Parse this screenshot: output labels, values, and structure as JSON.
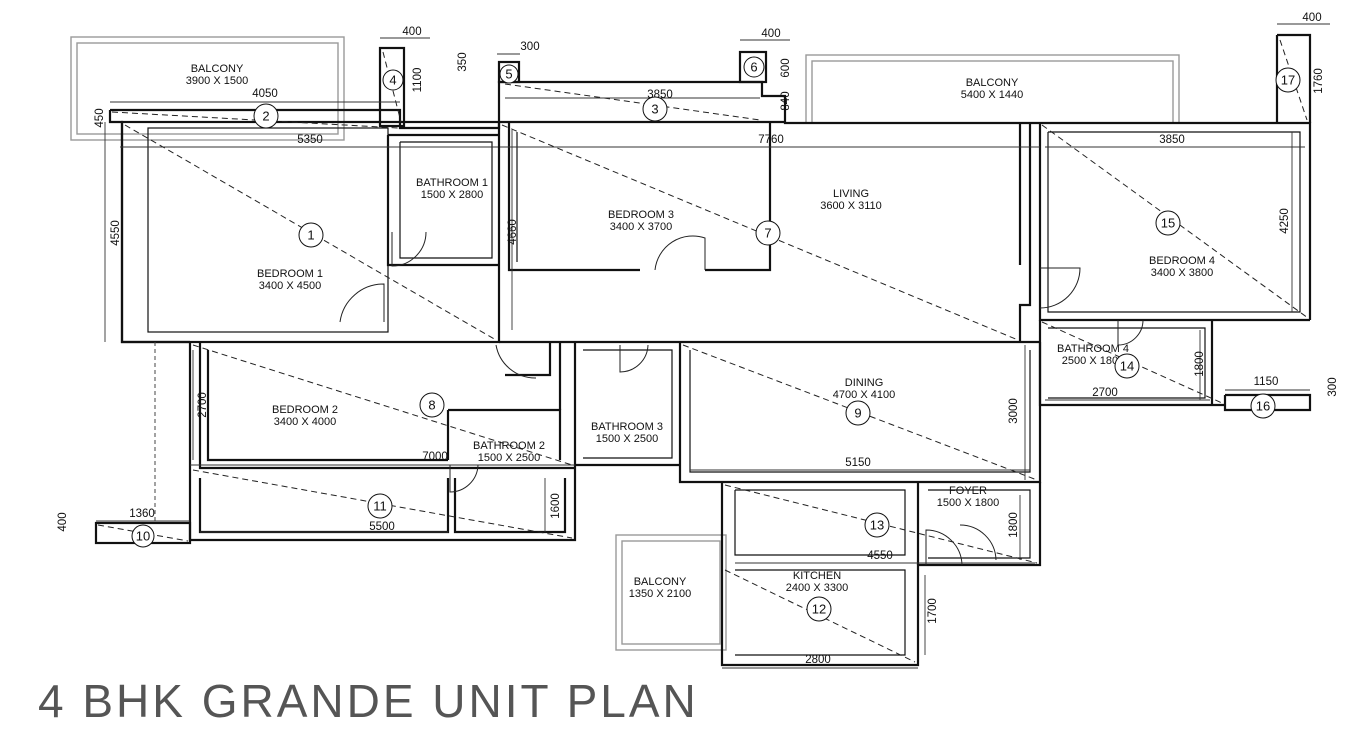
{
  "title": "4 BHK GRANDE UNIT PLAN",
  "rooms": {
    "balcony_1": {
      "name": "BALCONY",
      "size": "3900 X 1500"
    },
    "balcony_2": {
      "name": "BALCONY",
      "size": "5400 X 1440"
    },
    "balcony_3": {
      "name": "BALCONY",
      "size": "1350 X 2100"
    },
    "bedroom_1": {
      "name": "BEDROOM 1",
      "size": "3400 X 4500"
    },
    "bedroom_2": {
      "name": "BEDROOM 2",
      "size": "3400 X 4000"
    },
    "bedroom_3": {
      "name": "BEDROOM 3",
      "size": "3400 X 3700"
    },
    "bedroom_4": {
      "name": "BEDROOM 4",
      "size": "3400 X 3800"
    },
    "bathroom_1": {
      "name": "BATHROOM 1",
      "size": "1500 X 2800"
    },
    "bathroom_2": {
      "name": "BATHROOM 2",
      "size": "1500 X 2500"
    },
    "bathroom_3": {
      "name": "BATHROOM 3",
      "size": "1500 X 2500"
    },
    "bathroom_4": {
      "name": "BATHROOM 4",
      "size": "2500 X 1800"
    },
    "living": {
      "name": "LIVING",
      "size": "3600 X 3110"
    },
    "dining": {
      "name": "DINING",
      "size": "4700 X 4100"
    },
    "foyer": {
      "name": "FOYER",
      "size": "1500 X 1800"
    },
    "kitchen": {
      "name": "KITCHEN",
      "size": "2400 X 3300"
    }
  },
  "dimensions": {
    "d400_a": "400",
    "d300": "300",
    "d400_b": "400",
    "d400_c": "400",
    "d4050": "4050",
    "d350": "350",
    "d1100": "1100",
    "d600": "600",
    "d840": "840",
    "d1760": "1760",
    "d450": "450",
    "d3850_a": "3850",
    "d5350": "5350",
    "d7760": "7760",
    "d3850_b": "3850",
    "d4550_v": "4550",
    "d4660": "4660",
    "d4250": "4250",
    "d2700_v": "2700",
    "d7000": "7000",
    "d5500": "5500",
    "d1360": "1360",
    "d400_d": "400",
    "d1600": "1600",
    "d5150": "5150",
    "d3000": "3000",
    "d1800_a": "1800",
    "d2700_h": "2700",
    "d1150": "1150",
    "d300_b": "300",
    "d4550_h": "4550",
    "d1800_b": "1800",
    "d1700": "1700",
    "d2800": "2800"
  },
  "markers": [
    "1",
    "2",
    "3",
    "4",
    "5",
    "6",
    "7",
    "8",
    "9",
    "10",
    "11",
    "12",
    "13",
    "14",
    "15",
    "16",
    "17"
  ]
}
